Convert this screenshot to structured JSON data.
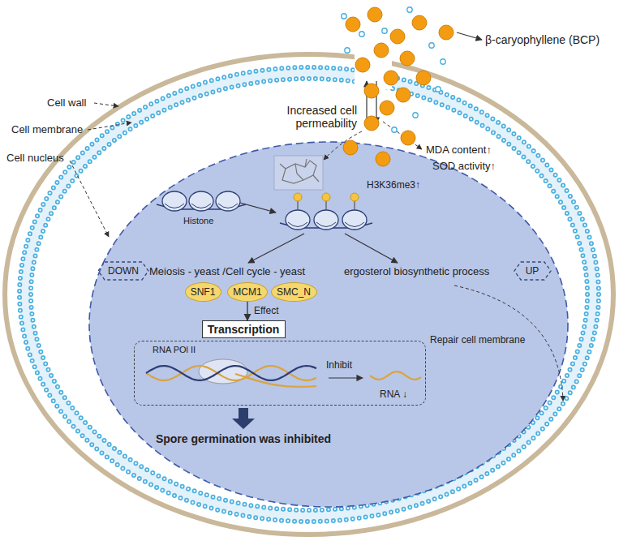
{
  "diagram": {
    "nodes": [
      {
        "text": [
          "DOWN"
        ]
      },
      {
        "text": [
          "UP"
        ]
      },
      {
        "text": [
          "SNF1"
        ]
      },
      {
        "text": [
          "MCM1"
        ]
      },
      {
        "text": [
          "SMC_N"
        ]
      },
      {
        "text": [
          "Transcription"
        ]
      },
      {
        "text": [
          "RNA POl II",
          "Inhibit",
          "RNA ↓"
        ]
      }
    ],
    "edges": [
      {
        "from": 3,
        "to": 5,
        "arrow": "to",
        "label": "Effect"
      }
    ],
    "labels": [
      "β-caryophyllene (BCP)",
      "Cell wall",
      "Cell membrane",
      "Cell nucleus",
      "Increased cell permeability",
      "MDA content↑",
      "SOD activity↑",
      "H3K36me3↑",
      "Histone",
      "Meiosis - yeast /Cell cycle - yeast",
      "ergosterol biosynthetic process",
      "Repair cell membrane",
      "Spore germination was inhibited"
    ]
  }
}
